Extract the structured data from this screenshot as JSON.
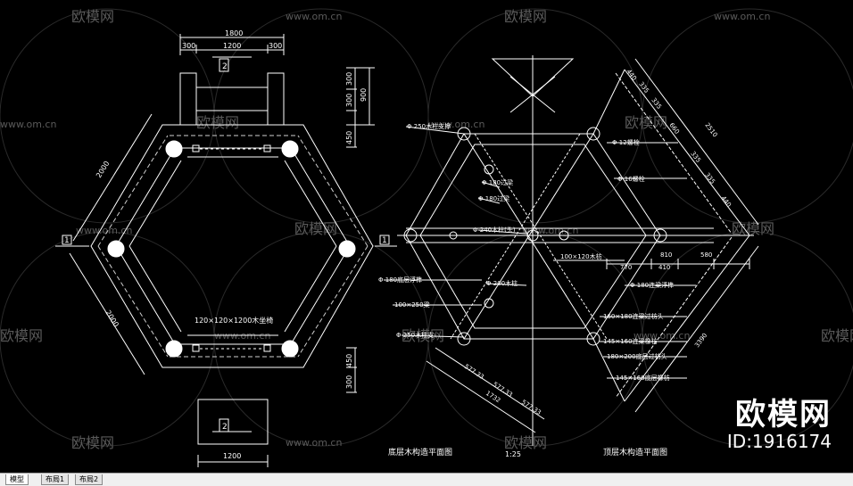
{
  "watermark": {
    "site": "www.om.cn",
    "brand": "欧模网"
  },
  "brand_logo": {
    "name": "欧模网",
    "id": "ID:1916174"
  },
  "left_plan": {
    "title": "底层木构造平面图",
    "dims": {
      "top_total": "1800",
      "top_side": "300",
      "top_mid": "1200",
      "right_a": "300",
      "right_b": "300",
      "right_c": "900",
      "right_d": "450",
      "bottom_a": "450",
      "bottom_b": "300",
      "bottom_w": "1200",
      "side_a": "2000",
      "side_b": "2000"
    },
    "section_mark": "2",
    "side_mark": "1",
    "note": "120×120×1200木坐椅"
  },
  "right_plan": {
    "title": "顶层木构造平面图",
    "scale": "1:25",
    "callouts": [
      "Φ 250木柱支撑",
      "Φ 180过梁",
      "Φ 180过梁",
      "Φ 240木柱(头)",
      "Φ 180底层浮榫",
      "Φ 200木柱",
      "100×250梁",
      "Φ 250木柱支",
      "Φ 12螺栓",
      "Φ 16螺栓",
      "100×120木枋",
      "Φ 180连梁浮榫",
      "160×180连梁过枋头",
      "145×160连梁橡枋",
      "180×200底层过枋头",
      "145×160底层橡枋"
    ],
    "dims": {
      "d1": "770",
      "d2": "410",
      "d3": "810",
      "d4": "580",
      "long1": "2510",
      "long2": "3390",
      "b1": "577.33",
      "b2": "577.33",
      "b3": "577.33",
      "b4": "1732"
    },
    "edge_dims": [
      "440",
      "335",
      "335",
      "660",
      "335",
      "335",
      "440"
    ],
    "marks": [
      "1"
    ]
  },
  "tabs": [
    "模型",
    "布局1",
    "布局2"
  ],
  "colors": {
    "background": "#000000",
    "lines": "#ffffff",
    "text": "#ffffff"
  }
}
